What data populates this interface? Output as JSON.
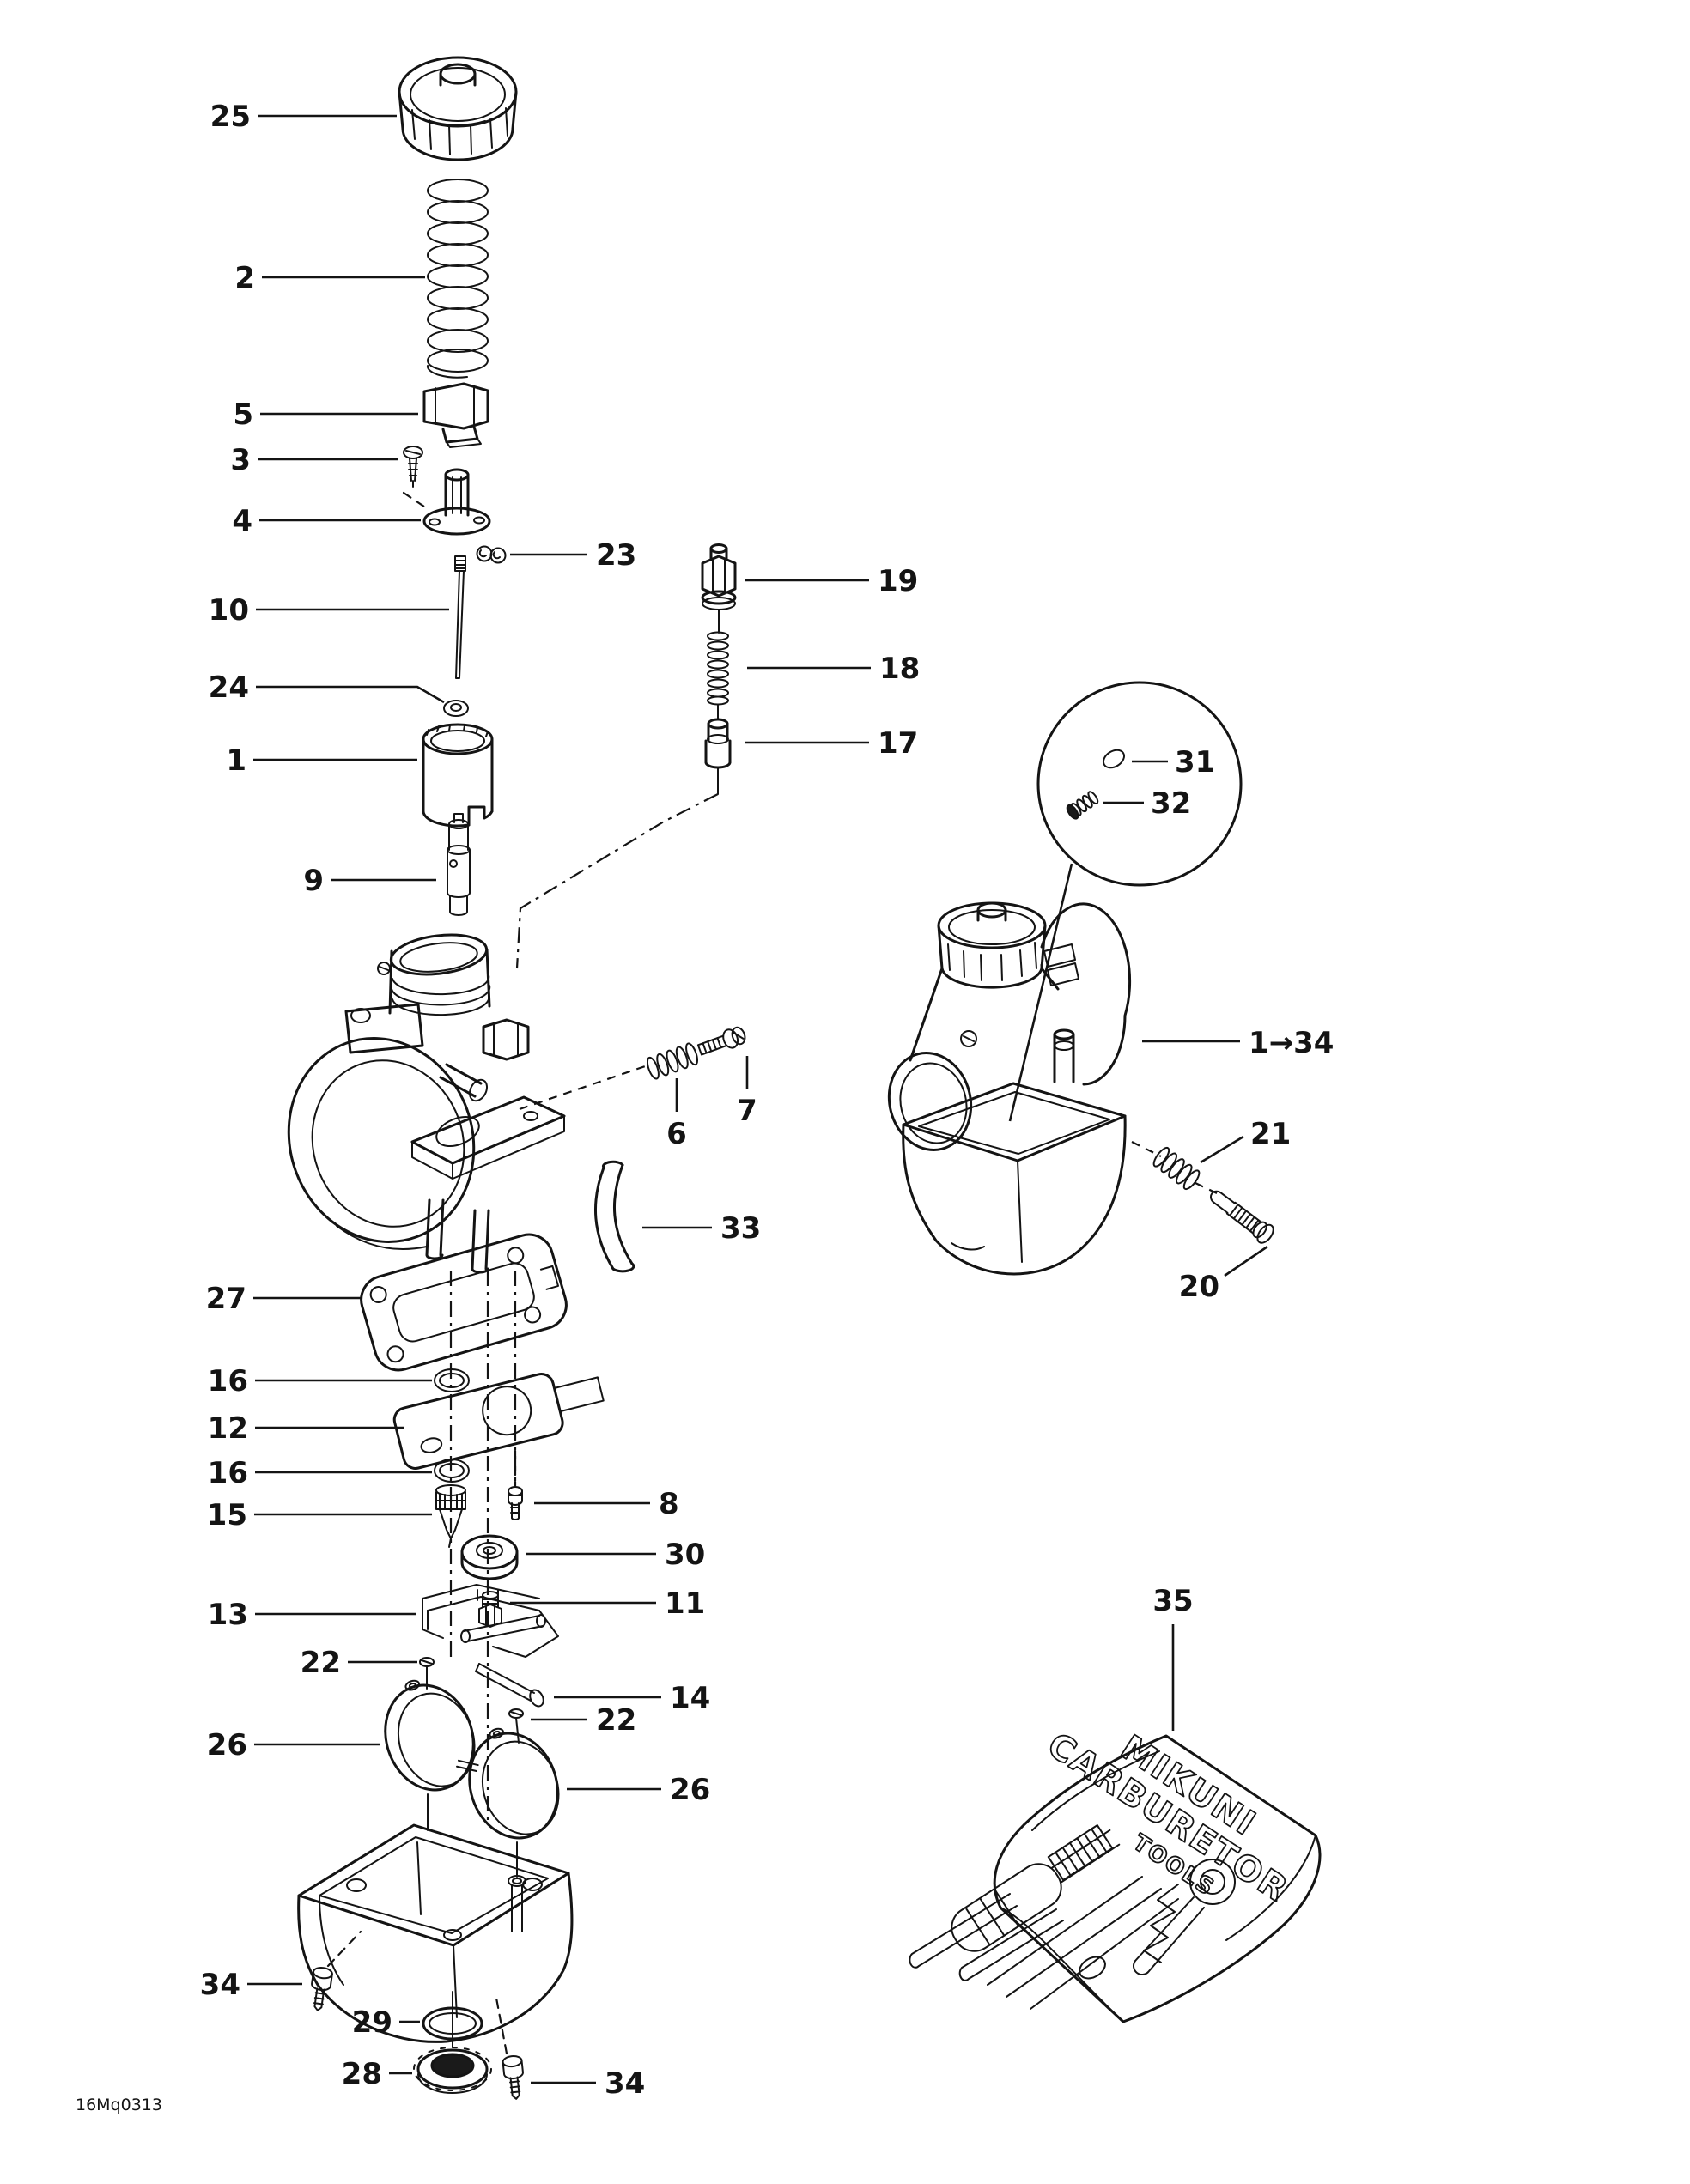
{
  "page": {
    "background": "#ffffff",
    "ink": "#141414",
    "code": "16Mq0313"
  },
  "callouts": {
    "c25": "25",
    "c2": "2",
    "c5": "5",
    "c3": "3",
    "c4": "4",
    "c23": "23",
    "c10": "10",
    "c24": "24",
    "c1": "1",
    "c9": "9",
    "c19": "19",
    "c18": "18",
    "c17": "17",
    "c31": "31",
    "c32": "32",
    "c6": "6",
    "c7": "7",
    "c33": "33",
    "c27": "27",
    "c16a": "16",
    "c12": "12",
    "c16b": "16",
    "c15": "15",
    "c8": "8",
    "c30": "30",
    "c13": "13",
    "c11": "11",
    "c22a": "22",
    "c14": "14",
    "c22b": "22",
    "c26a": "26",
    "c26b": "26",
    "c34a": "34",
    "c29": "29",
    "c28": "28",
    "c34b": "34",
    "cassy": "1→34",
    "c21": "21",
    "c20": "20",
    "c35": "35"
  },
  "pouch": {
    "line1": "MIKUNI",
    "line2": "CARBURETOR",
    "line3": "TOOLS"
  }
}
